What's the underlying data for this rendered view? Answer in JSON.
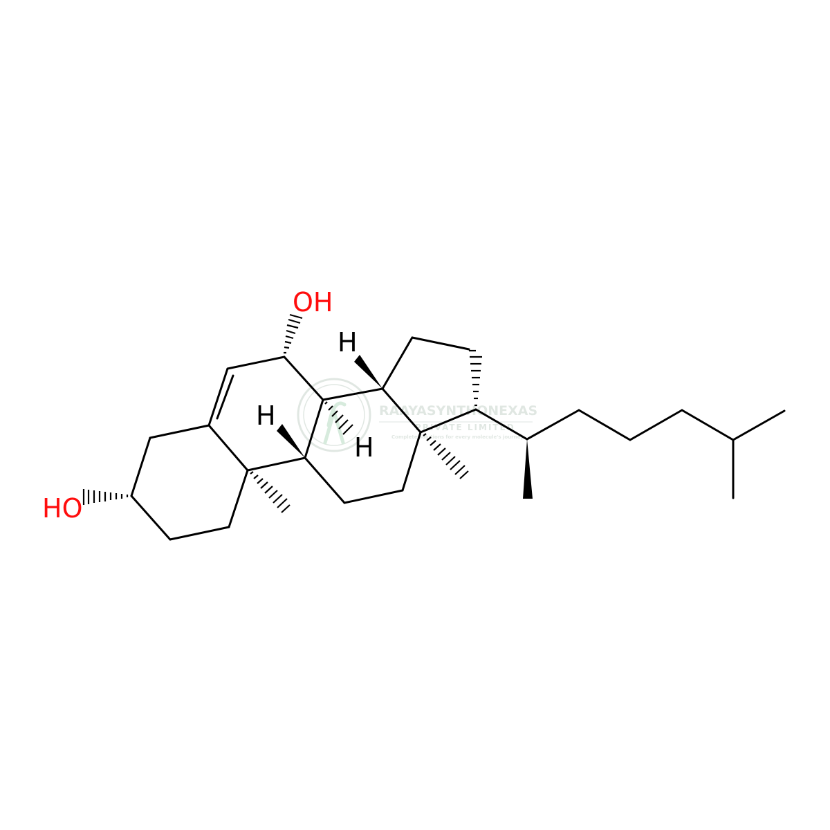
{
  "molecule": {
    "labels": {
      "hydroxyl_top": "OH",
      "hydroxyl_left": "HO",
      "hydrogen_c14": "H",
      "hydrogen_c9": "H",
      "hydrogen_c8": "H"
    },
    "colors": {
      "bond": "#000000",
      "oxygen": "#ff0d0d",
      "hydrogen": "#000000"
    }
  },
  "watermark": {
    "name": "RAAYASYNTHONEXAS",
    "subtitle": "PRIVATE LIMITED",
    "tagline": "Complete solutions for every molecule's journey",
    "color": "#c8d4cc"
  }
}
